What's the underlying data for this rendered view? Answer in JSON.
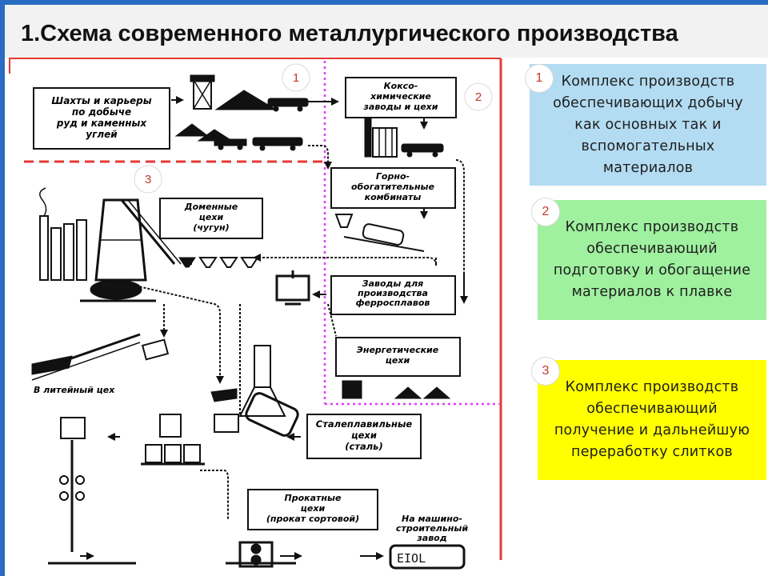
{
  "title": "1.Схема современного металлургического производства",
  "diagram": {
    "boxes": {
      "mines": "Шахты и карьеры\nпо добыче\nруд и каменных\nуглей",
      "coke": "Коксо-\nхимические\nзаводы и цехи",
      "beneficiation": "Горно-\nобогатительные\nкомбинаты",
      "blast_furnace": "Доменные\nцехи\n(чугун)",
      "ferroalloy": "Заводы для\nпроизводства\nферросплавов",
      "energy": "Энергетические\nцехи",
      "steelmaking": "Сталеплавильные\nцехи\n(сталь)",
      "rolling": "Прокатные\nцехи\n(прокат сортовой)"
    },
    "labels": {
      "foundry": "В литейный цех",
      "machine_plant": "На машино-\nстроительный\nзавод"
    },
    "zone_numbers": [
      "1",
      "2",
      "3"
    ]
  },
  "legend": [
    {
      "number": "1",
      "text": "Комплекс производств\nобеспечивающих добычу\nкак основных так и\nвспомогательных\nматериалов",
      "color": "#b3dcf2"
    },
    {
      "number": "2",
      "text": "Комплекс производств\nобеспечивающий\nподготовку и обогащение\nматериалов к плавке",
      "color": "#9ff09f"
    },
    {
      "number": "3",
      "text": "Комплекс производств\nобеспечивающий\nполучение и дальнейшую\nпереработку слитков",
      "color": "#ffff00"
    }
  ],
  "colors": {
    "zone_border": "#e53935",
    "zone_divider": "#e040fb",
    "frame": "#2a6cc4"
  }
}
